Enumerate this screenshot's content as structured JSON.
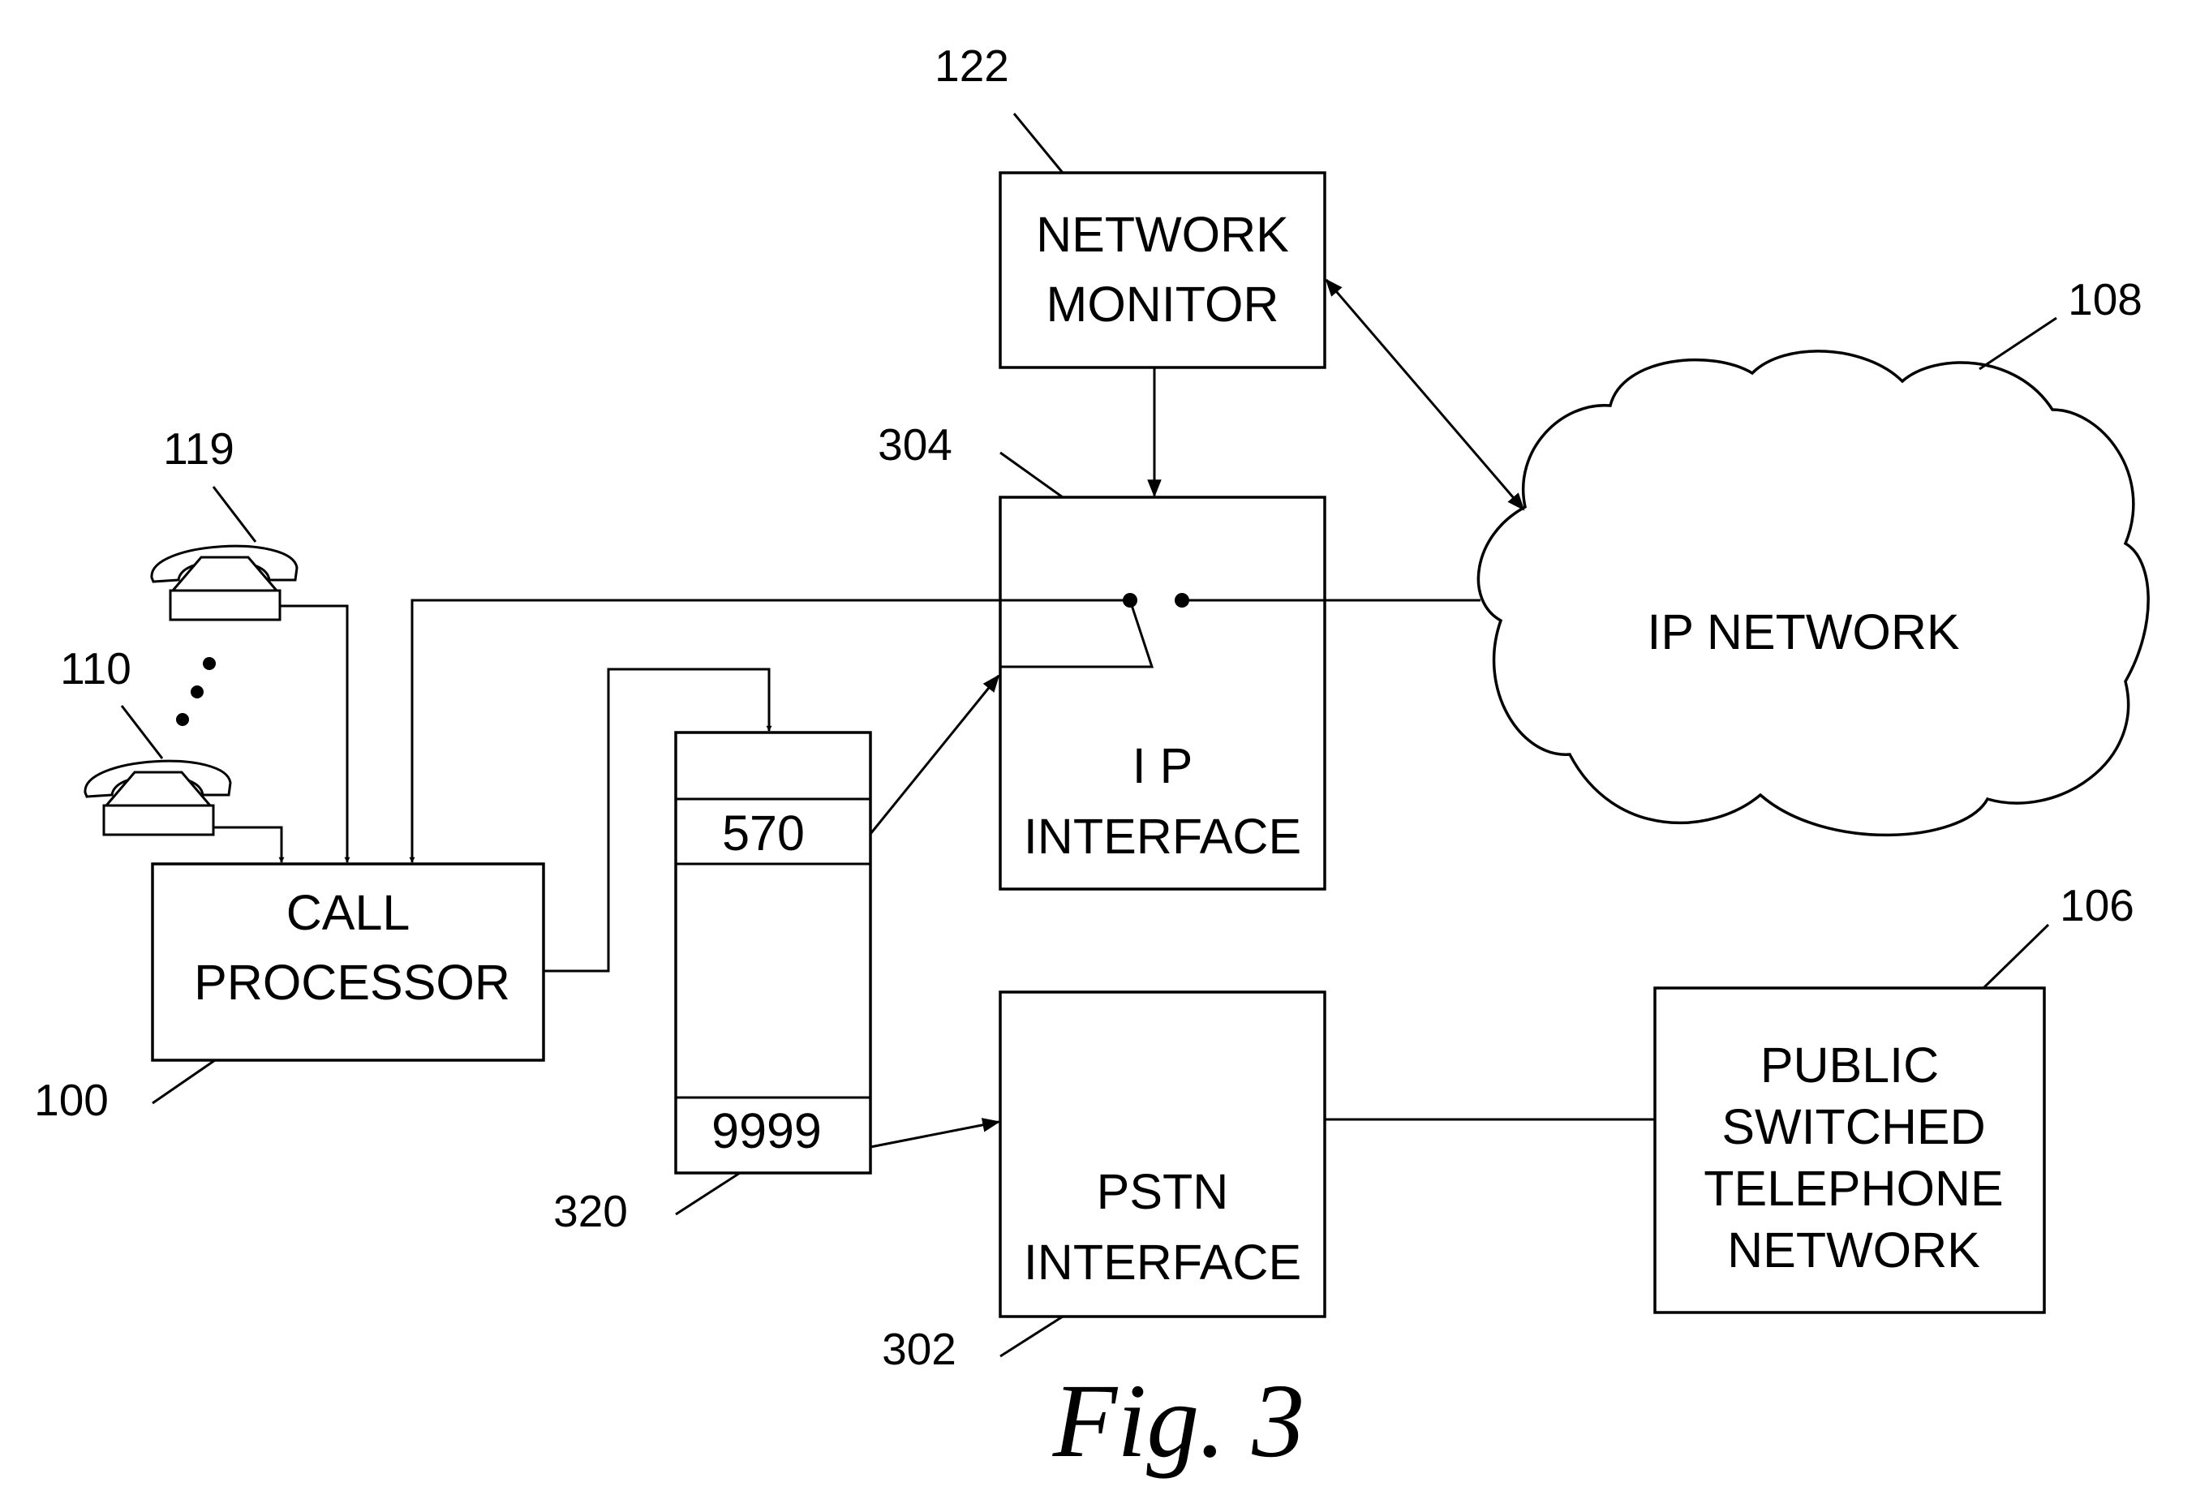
{
  "figure": {
    "caption": "Fig. 3",
    "nodes": {
      "network_monitor": {
        "ref": "122",
        "lines": [
          "NETWORK",
          "MONITOR"
        ]
      },
      "ip_network": {
        "ref": "108",
        "label": "IP NETWORK"
      },
      "ip_interface": {
        "ref": "304",
        "lines": [
          "I P",
          "INTERFACE"
        ]
      },
      "call_processor": {
        "ref": "100",
        "lines": [
          "CALL",
          "PROCESSOR"
        ]
      },
      "routing_table": {
        "ref": "320",
        "entries": [
          "570",
          "9999"
        ]
      },
      "pstn_interface": {
        "ref": "302",
        "lines": [
          "PSTN",
          "INTERFACE"
        ]
      },
      "pstn": {
        "ref": "106",
        "lines": [
          "PUBLIC",
          "SWITCHED",
          "TELEPHONE",
          "NETWORK"
        ]
      },
      "telephone_top": {
        "ref": "119"
      },
      "telephone_bottom": {
        "ref": "110"
      }
    }
  }
}
